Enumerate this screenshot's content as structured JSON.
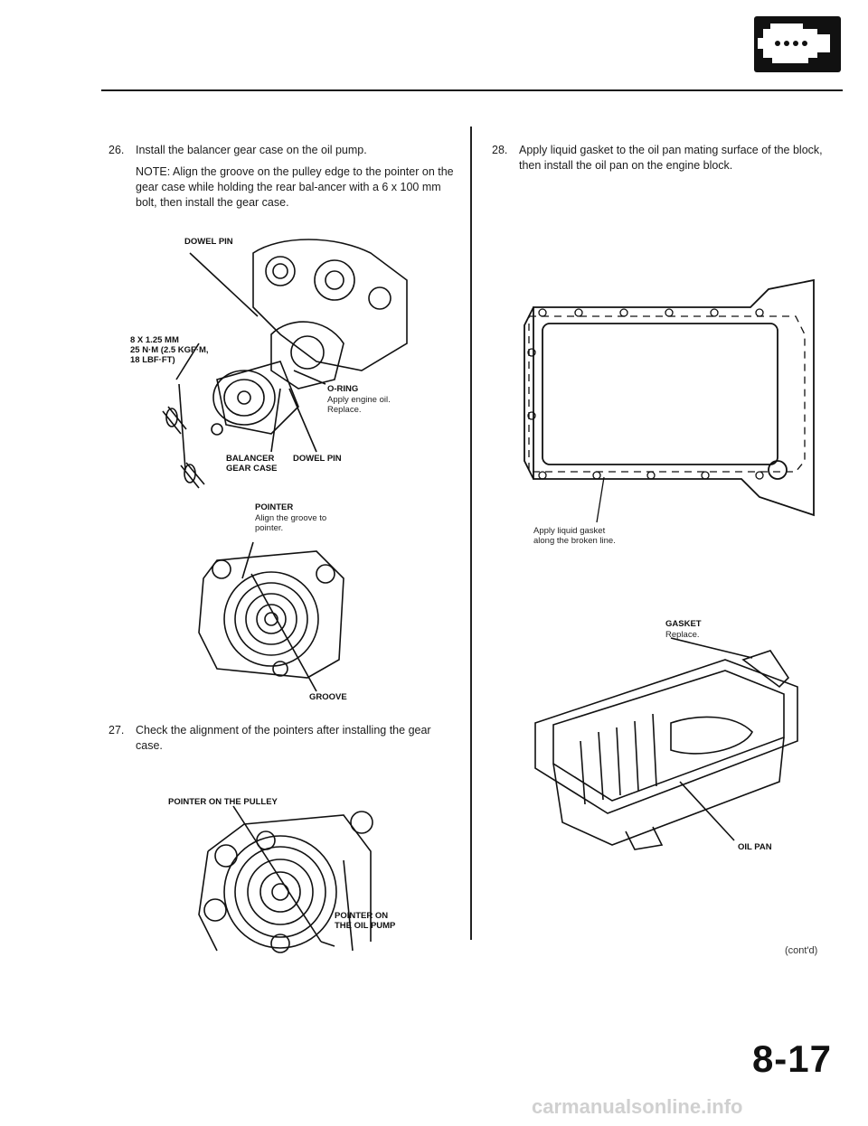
{
  "page": {
    "number": "8-17",
    "contd": "(cont'd)",
    "watermark": "carmanualsonline.info"
  },
  "steps": {
    "s26": {
      "num": "26.",
      "text": "Install the balancer gear case on the oil pump.",
      "note": "NOTE: Align the groove on the pulley edge to the pointer on the gear case while holding the rear bal-ancer with a 6 x 100 mm bolt, then install the gear case."
    },
    "s27": {
      "num": "27.",
      "text": "Check the alignment of the pointers after installing the gear case."
    },
    "s28": {
      "num": "28.",
      "text": "Apply liquid gasket to the oil pan mating surface of the block, then install the oil pan on the engine block."
    }
  },
  "fig1": {
    "dowel_pin_top": "DOWEL PIN",
    "bolt_spec_1": "8 x 1.25 mm",
    "bolt_spec_2": "25 N·m (2.5 kgf·m,",
    "bolt_spec_3": "18 lbf·ft)",
    "oring": "O-RING",
    "oring_sub1": "Apply engine oil.",
    "oring_sub2": "Replace.",
    "balancer_1": "BALANCER",
    "balancer_2": "GEAR CASE",
    "dowel_pin_bottom": "DOWEL PIN"
  },
  "fig2": {
    "pointer": "POINTER",
    "pointer_sub1": "Align the groove to",
    "pointer_sub2": "pointer.",
    "groove": "GROOVE"
  },
  "fig3": {
    "pointer_pulley": "POINTER ON THE PULLEY",
    "pointer_pump_1": "POINTER ON",
    "pointer_pump_2": "THE OIL PUMP"
  },
  "fig4": {
    "gasket_note_1": "Apply liquid gasket",
    "gasket_note_2": "along the broken line."
  },
  "fig5": {
    "gasket": "GASKET",
    "gasket_sub": "Replace.",
    "oil_pan": "OIL PAN"
  },
  "colors": {
    "ink": "#111111",
    "rule": "#1a1a1a"
  },
  "icons": {
    "engine_badge": "engine-icon"
  }
}
